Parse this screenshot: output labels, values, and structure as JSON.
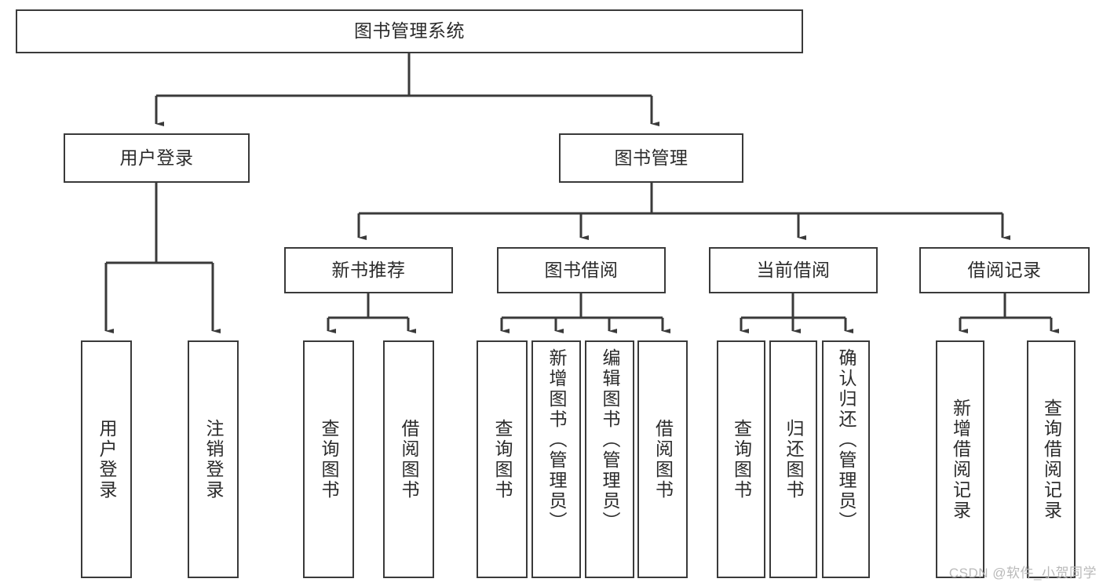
{
  "diagram": {
    "title_node": {
      "id": "root",
      "label": "图书管理系统"
    },
    "level1": [
      {
        "id": "user-login",
        "label": "用户登录"
      },
      {
        "id": "book-manage",
        "label": "图书管理"
      }
    ],
    "level2": [
      {
        "id": "new-book-recommend",
        "label": "新书推荐"
      },
      {
        "id": "book-borrow",
        "label": "图书借阅"
      },
      {
        "id": "current-borrow",
        "label": "当前借阅"
      },
      {
        "id": "borrow-record",
        "label": "借阅记录"
      }
    ],
    "leaves": [
      {
        "id": "leaf-user-login",
        "label": "用户登录",
        "parent": "user-login"
      },
      {
        "id": "leaf-logout-login",
        "label": "注销登录",
        "parent": "user-login"
      },
      {
        "id": "leaf-query-book-1",
        "label": "查询图书",
        "parent": "new-book-recommend"
      },
      {
        "id": "leaf-borrow-book-1",
        "label": "借阅图书",
        "parent": "new-book-recommend"
      },
      {
        "id": "leaf-query-book-2",
        "label": "查询图书",
        "parent": "book-borrow"
      },
      {
        "id": "leaf-add-book",
        "label": "新增图书（管理员）",
        "parent": "book-borrow"
      },
      {
        "id": "leaf-edit-book",
        "label": "编辑图书（管理员）",
        "parent": "book-borrow"
      },
      {
        "id": "leaf-borrow-book-2",
        "label": "借阅图书",
        "parent": "book-borrow"
      },
      {
        "id": "leaf-query-book-3",
        "label": "查询图书",
        "parent": "current-borrow"
      },
      {
        "id": "leaf-return-book",
        "label": "归还图书",
        "parent": "current-borrow"
      },
      {
        "id": "leaf-confirm-return",
        "label": "确认归还（管理员）",
        "parent": "current-borrow"
      },
      {
        "id": "leaf-add-record",
        "label": "新增借阅记录",
        "parent": "borrow-record"
      },
      {
        "id": "leaf-query-record",
        "label": "查询借阅记录",
        "parent": "borrow-record"
      }
    ],
    "colors": {
      "stroke": "#3a3a3a",
      "text": "#2b2b2b",
      "background": "#ffffff",
      "watermark": "#b9b9b9"
    }
  },
  "watermark": {
    "text": "CSDN @软件_小贺同学"
  }
}
